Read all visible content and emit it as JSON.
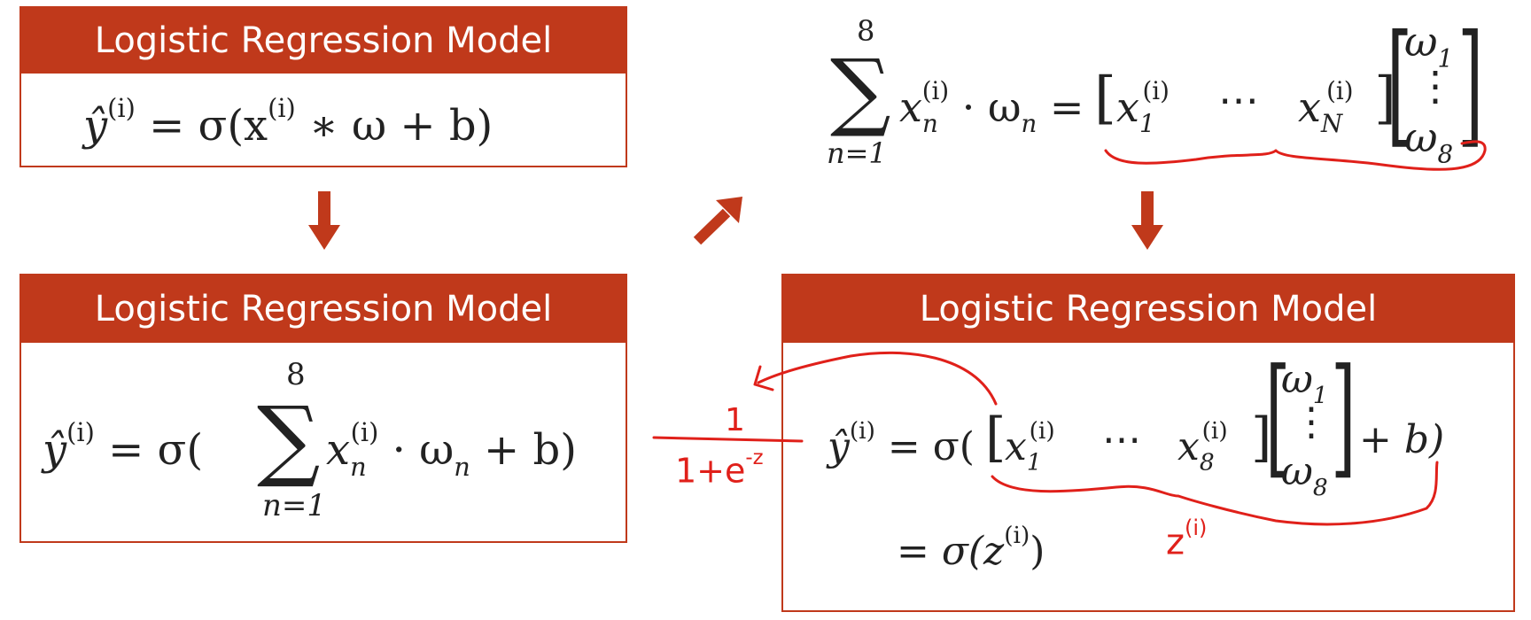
{
  "colors": {
    "accent": "#c0391b",
    "ink": "#222222",
    "annotation": "#e0201a"
  },
  "boxes": {
    "top_left": {
      "title": "Logistic Regression Model"
    },
    "bottom_left": {
      "title": "Logistic Regression Model"
    },
    "bottom_right": {
      "title": "Logistic Regression Model"
    }
  },
  "equations": {
    "eq1": {
      "lhs": "ŷ",
      "sup": "(i)",
      "rhs_a": " = σ(x",
      "rhs_sup": "(i)",
      "rhs_b": " ∗ ω + b)"
    },
    "eq2": {
      "lhs": "ŷ",
      "sup": "(i)",
      "rhs_a": " = σ(",
      "sum_top": "8",
      "sum_bottom": "n=1",
      "term_x": "x",
      "term_sub": "n",
      "term_sup": "(i)",
      "rhs_b": " · ω",
      "rhs_sub": "n",
      "rhs_c": " + b)"
    },
    "eq3": {
      "sum_top": "8",
      "sum_bottom": "n=1",
      "term_x": "x",
      "term_sub": "n",
      "term_sup": "(i)",
      "dot": " · ω",
      "dot_sub": "n",
      "equals": " =",
      "row1_x": "x",
      "row1_sub": "1",
      "row1_sup": "(i)",
      "ellipsis": "⋯",
      "rowN_x": "x",
      "rowN_sub": "N",
      "rowN_sup": "(i)",
      "col_top": "ω",
      "col_top_sub": "1",
      "col_mid": "⋮",
      "col_bot": "ω",
      "col_bot_sub": "8"
    },
    "eq4": {
      "lhs": "ŷ",
      "sup": "(i)",
      "eq_a": " = σ(",
      "row1_x": "x",
      "row1_sub": "1",
      "row1_sup": "(i)",
      "ellipsis": "⋯",
      "row8_x": "x",
      "row8_sub": "8",
      "row8_sup": "(i)",
      "col_top": "ω",
      "col_top_sub": "1",
      "col_mid": "⋮",
      "col_bot": "ω",
      "col_bot_sub": "8",
      "tail": "+ b)"
    },
    "eq5": {
      "lead": "= σ(z",
      "sup": "(i)",
      "tail": ")"
    }
  },
  "annotations": {
    "fraction_numerator": "1",
    "fraction_denominator": "1+e",
    "fraction_exponent": "-z",
    "brace_label": "z",
    "brace_label_sup": "(i)"
  },
  "arrows": [
    "arrow-down-left",
    "arrow-up-right",
    "arrow-down-right"
  ]
}
